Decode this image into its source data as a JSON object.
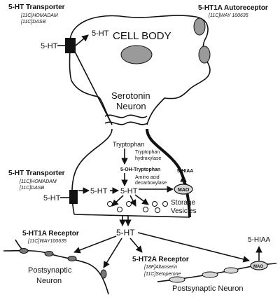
{
  "colors": {
    "ink": "#111111",
    "organelle": "#9a9a9a",
    "vesicle_receptor": "#d6d6d6"
  },
  "top": {
    "transporter_title": "5-HT Transporter",
    "transporter_ligand_1": "[11C]HOMADAM",
    "transporter_ligand_2": "[11C]DASB",
    "ext_5ht": "5-HT",
    "int_5ht": "5-HT",
    "cell_body": "CELL BODY",
    "autoreceptor_title": "5-HT1A Autoreceptor",
    "autoreceptor_ligand": "[11C]WAY 100635",
    "neuron_line1": "Serotonin",
    "neuron_line2": "Neuron"
  },
  "terminal": {
    "tryptophan": "Tryptophan",
    "enzyme1_line1": "Tryptophan",
    "enzyme1_line2": "hydroxylase",
    "ohtrp": "5-OH-Tryptophan",
    "enzyme2_line1": "Amino acid",
    "enzyme2_line2": "decarboxylase",
    "hiaa": "5-HIAA",
    "mao": "MAO",
    "transporter_title": "5-HT Transporter",
    "transporter_ligand_1": "[11C]HOMADAM",
    "transporter_ligand_2": "[11C]DASB",
    "ext_5ht": "5-HT",
    "cyto_5ht_1": "5-HT",
    "cyto_5ht_2": "5-HT",
    "storage_line1": "Storage",
    "storage_line2": "Vesicles"
  },
  "synapse": {
    "released_5ht": "5-HT",
    "r1a_title": "5-HT1A Receptor",
    "r1a_ligand": "[11C]WAY100635",
    "post1_line1": "Postsynaptic",
    "post1_line2": "Neuron",
    "r2a_title": "5-HT2A Receptor",
    "r2a_ligand_1": "[18F]Altanserin",
    "r2a_ligand_2": "[11C]Setoperone",
    "post2": "Postsynaptic Neuron",
    "hiaa": "5-HIAA",
    "mao": "MAO"
  }
}
